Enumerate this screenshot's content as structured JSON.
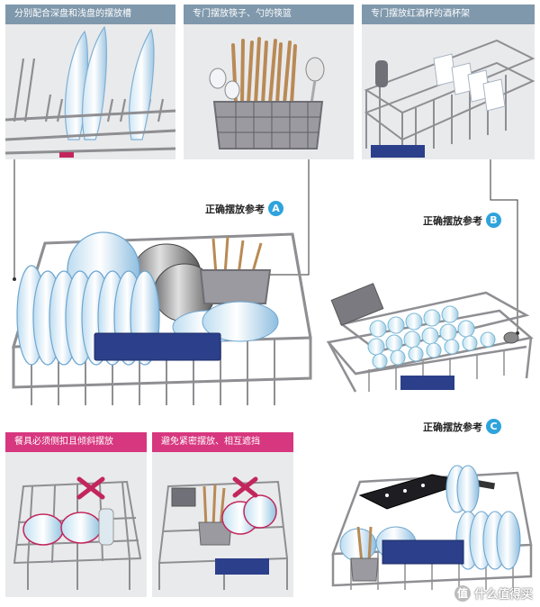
{
  "top_panels": [
    {
      "caption": "分别配合深盘和浅盘的摆放槽"
    },
    {
      "caption": "专门摆放筷子、勺的筷篮"
    },
    {
      "caption": "专门摆放红酒杯的酒杯架"
    }
  ],
  "references": [
    {
      "label": "正确摆放参考",
      "badge": "A"
    },
    {
      "label": "正确摆放参考",
      "badge": "B"
    },
    {
      "label": "正确摆放参考",
      "badge": "C"
    }
  ],
  "bottom_panels": [
    {
      "caption": "餐具必须侧扣且倾斜摆放"
    },
    {
      "caption": "避免紧密摆放、相互遮挡"
    }
  ],
  "watermark": {
    "text": "什么值得买",
    "icon": "值"
  },
  "colors": {
    "caption_blue": "#7f98ac",
    "caption_pink": "#d7377f",
    "badge_blue": "#2ea3dc",
    "rack_gray": "#8f8f93",
    "cutlery_navy": "#2c3f8a"
  }
}
